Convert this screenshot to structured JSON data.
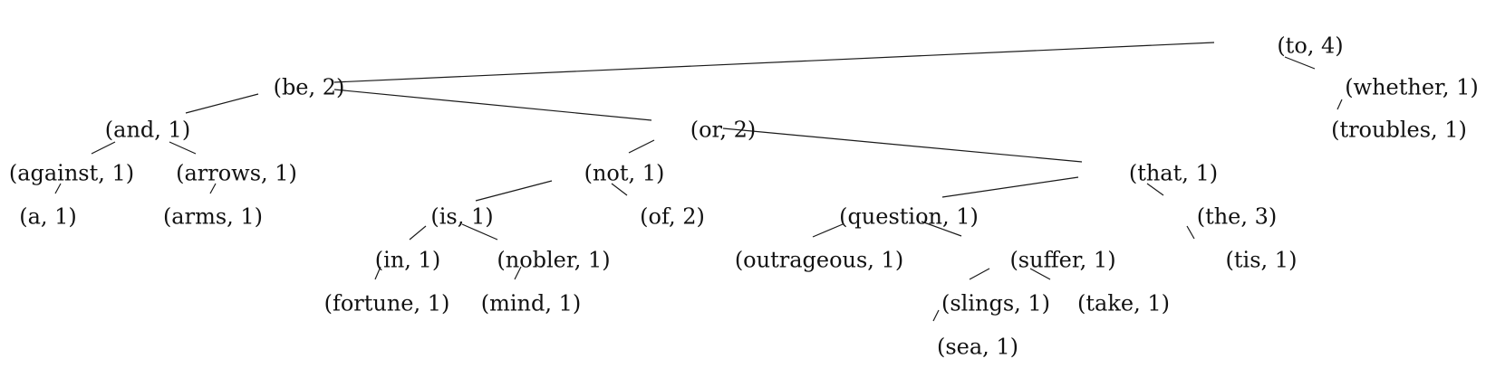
{
  "tree": {
    "nodes": [
      {
        "id": "to",
        "label": "(to, 4)"
      },
      {
        "id": "be",
        "label": "(be, 2)"
      },
      {
        "id": "whether",
        "label": "(whether, 1)"
      },
      {
        "id": "troubles",
        "label": "(troubles, 1)"
      },
      {
        "id": "and",
        "label": "(and, 1)"
      },
      {
        "id": "or",
        "label": "(or, 2)"
      },
      {
        "id": "against",
        "label": "(against, 1)"
      },
      {
        "id": "a",
        "label": "(a, 1)"
      },
      {
        "id": "arrows",
        "label": "(arrows, 1)"
      },
      {
        "id": "arms",
        "label": "(arms, 1)"
      },
      {
        "id": "not",
        "label": "(not, 1)"
      },
      {
        "id": "is",
        "label": "(is, 1)"
      },
      {
        "id": "in",
        "label": "(in, 1)"
      },
      {
        "id": "fortune",
        "label": "(fortune, 1)"
      },
      {
        "id": "nobler",
        "label": "(nobler, 1)"
      },
      {
        "id": "mind",
        "label": "(mind, 1)"
      },
      {
        "id": "of",
        "label": "(of, 2)"
      },
      {
        "id": "that",
        "label": "(that, 1)"
      },
      {
        "id": "question",
        "label": "(question, 1)"
      },
      {
        "id": "outrageous",
        "label": "(outrageous, 1)"
      },
      {
        "id": "suffer",
        "label": "(suffer, 1)"
      },
      {
        "id": "slings",
        "label": "(slings, 1)"
      },
      {
        "id": "sea",
        "label": "(sea, 1)"
      },
      {
        "id": "take",
        "label": "(take, 1)"
      },
      {
        "id": "the",
        "label": "(the, 3)"
      },
      {
        "id": "tis",
        "label": "(tis, 1)"
      }
    ],
    "edges": [
      [
        "to",
        "be"
      ],
      [
        "to",
        "whether"
      ],
      [
        "whether",
        "troubles"
      ],
      [
        "be",
        "and"
      ],
      [
        "be",
        "or"
      ],
      [
        "and",
        "against"
      ],
      [
        "and",
        "arrows"
      ],
      [
        "against",
        "a"
      ],
      [
        "arrows",
        "arms"
      ],
      [
        "or",
        "not"
      ],
      [
        "or",
        "that"
      ],
      [
        "not",
        "is"
      ],
      [
        "not",
        "of"
      ],
      [
        "is",
        "in"
      ],
      [
        "is",
        "nobler"
      ],
      [
        "in",
        "fortune"
      ],
      [
        "nobler",
        "mind"
      ],
      [
        "that",
        "question"
      ],
      [
        "that",
        "the"
      ],
      [
        "question",
        "outrageous"
      ],
      [
        "question",
        "suffer"
      ],
      [
        "suffer",
        "slings"
      ],
      [
        "suffer",
        "take"
      ],
      [
        "slings",
        "sea"
      ],
      [
        "the",
        "tis"
      ]
    ]
  }
}
